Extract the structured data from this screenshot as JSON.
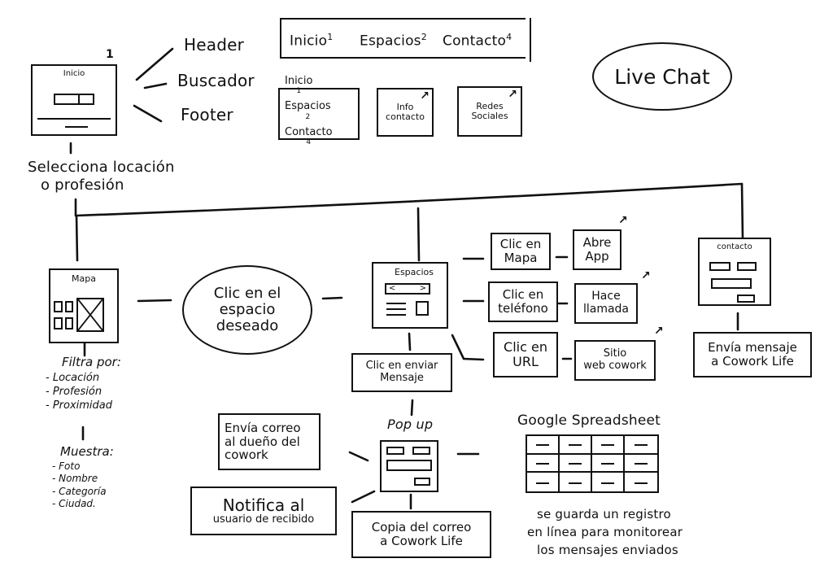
{
  "diagram": {
    "title": "Cowork Life site flow sketch",
    "home": {
      "step_number": "1",
      "screen_title": "Inicio",
      "parts": [
        "Header",
        "Buscador",
        "Footer"
      ],
      "caption_line1": "Selecciona locación",
      "caption_line2": "o profesión"
    },
    "header_nav": {
      "items": [
        {
          "label": "Inicio",
          "num": "1"
        },
        {
          "label": "Espacios",
          "num": "2"
        },
        {
          "label": "Contacto",
          "num": "4"
        }
      ]
    },
    "footer_boxes": {
      "nav": [
        {
          "label": "Inicio",
          "num": "1"
        },
        {
          "label": "Espacios",
          "num": "2"
        },
        {
          "label": "Contacto",
          "num": "4"
        }
      ],
      "info": {
        "line1": "Info",
        "line2": "contacto",
        "external": "↗"
      },
      "social": {
        "line1": "Redes",
        "line2": "Sociales",
        "external": "↗"
      }
    },
    "live_chat": "Live Chat",
    "mapa": {
      "screen_title": "Mapa",
      "filter_heading": "Filtra por:",
      "filters": [
        "- Locación",
        "- Profesión",
        "- Proximidad"
      ],
      "show_heading": "Muestra:",
      "shows": [
        "- Foto",
        "- Nombre",
        "- Categoría",
        "- Ciudad."
      ]
    },
    "click_space": {
      "line1": "Clic en el",
      "line2": "espacio",
      "line3": "deseado"
    },
    "espacios": {
      "screen_title": "Espacios",
      "carousel_left": "<",
      "carousel_right": ">",
      "actions": [
        {
          "trigger1": "Clic en",
          "trigger2": "Mapa",
          "result1": "Abre",
          "result2": "App",
          "external": "↗"
        },
        {
          "trigger1": "Clic en",
          "trigger2": "teléfono",
          "result1": "Hace",
          "result2": "llamada",
          "external": "↗"
        },
        {
          "trigger1": "Clic en",
          "trigger2": "URL",
          "result1": "Sitio",
          "result2": "web cowork",
          "external": "↗"
        }
      ],
      "send_message": {
        "line1": "Clic en enviar",
        "line2": "Mensaje"
      }
    },
    "contacto": {
      "screen_title": "contacto",
      "result1": "Envía mensaje",
      "result2": "a Cowork Life"
    },
    "popup": {
      "title": "Pop up",
      "email_owner": {
        "line1": "Envía correo",
        "line2": "al dueño del",
        "line3": "cowork"
      },
      "notify_user": {
        "line1": "Notifica al",
        "line2": "usuario de recibido"
      },
      "copy_email": {
        "line1": "Copia del correo",
        "line2": "a Cowork Life"
      }
    },
    "spreadsheet": {
      "title": "Google Spreadsheet",
      "rows": 3,
      "cols": 4,
      "note1": "se guarda un registro",
      "note2": "en línea para monitorear",
      "note3": "los mensajes enviados"
    }
  }
}
